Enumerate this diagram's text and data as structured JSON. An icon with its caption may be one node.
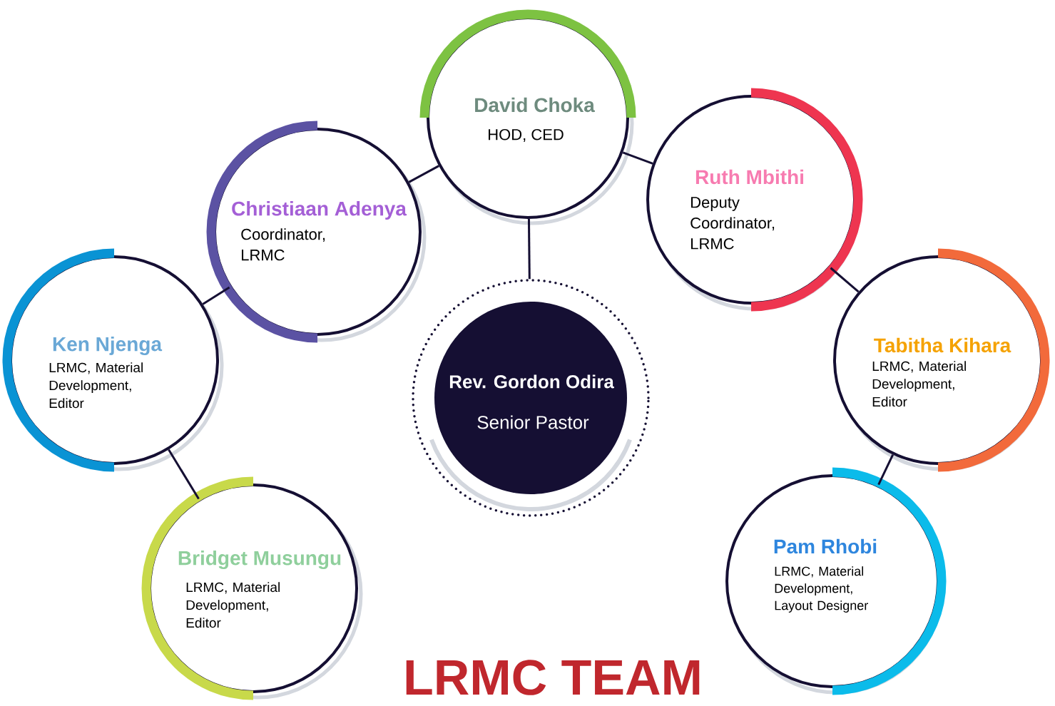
{
  "diagram": {
    "title": "LRMC TEAM",
    "nodes": [
      {
        "text": [
          "David Choka",
          "HOD, CED"
        ]
      },
      {
        "text": [
          "Christiaan Adenya",
          "Coordinator, LRMC"
        ]
      },
      {
        "text": [
          "Ruth Mbithi",
          "Deputy Coordinator, LRMC"
        ]
      },
      {
        "text": [
          "Rev. Gordon Odira",
          "Senior Pastor"
        ]
      },
      {
        "text": [
          "Ken Njenga",
          "LRMC, Material Development, Editor"
        ]
      },
      {
        "text": [
          "Tabitha Kihara",
          "LRMC, Material Development, Editor"
        ]
      },
      {
        "text": [
          "Bridget Musungu",
          "LRMC, Material Development, Editor"
        ]
      },
      {
        "text": [
          "Pam Rhobi",
          "LRMC, Material Development, Layout Designer"
        ]
      }
    ],
    "edges": [
      {
        "from": 0,
        "to": 1,
        "arrow": "none"
      },
      {
        "from": 0,
        "to": 2,
        "arrow": "none"
      },
      {
        "from": 0,
        "to": 3,
        "arrow": "none"
      },
      {
        "from": 1,
        "to": 4,
        "arrow": "none"
      },
      {
        "from": 4,
        "to": 6,
        "arrow": "none"
      },
      {
        "from": 2,
        "to": 5,
        "arrow": "none"
      },
      {
        "from": 5,
        "to": 7,
        "arrow": "none"
      }
    ]
  }
}
